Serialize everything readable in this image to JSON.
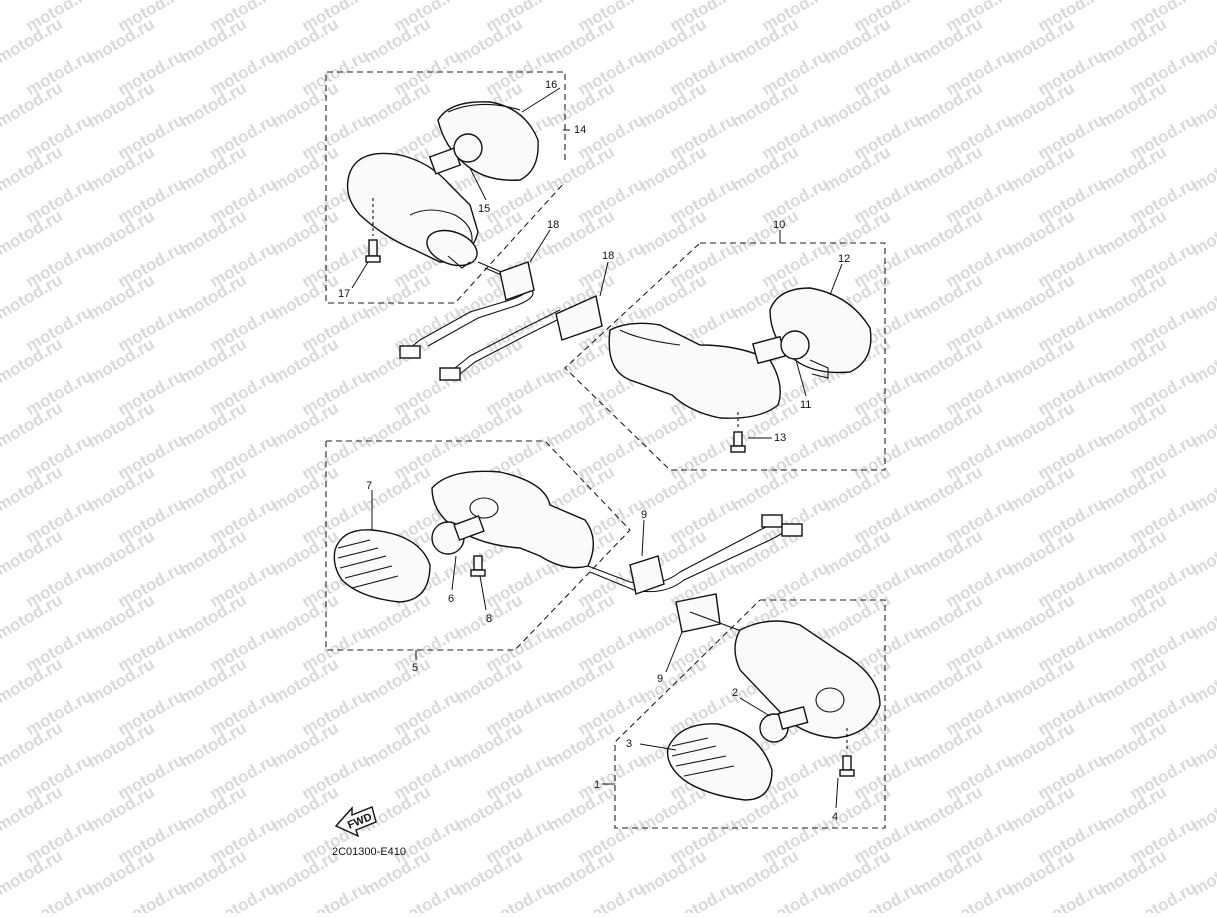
{
  "watermark": "motod.ru",
  "diagram_code": "2C01300-E410",
  "fwd_label": "FWD",
  "callouts": {
    "c1": "1",
    "c2": "2",
    "c3": "3",
    "c4": "4",
    "c5": "5",
    "c6": "6",
    "c7": "7",
    "c8": "8",
    "c9a": "9",
    "c9b": "9",
    "c10": "10",
    "c11": "11",
    "c12": "12",
    "c13": "13",
    "c14": "14",
    "c15": "15",
    "c16": "16",
    "c17": "17",
    "c18a": "18",
    "c18b": "18"
  }
}
